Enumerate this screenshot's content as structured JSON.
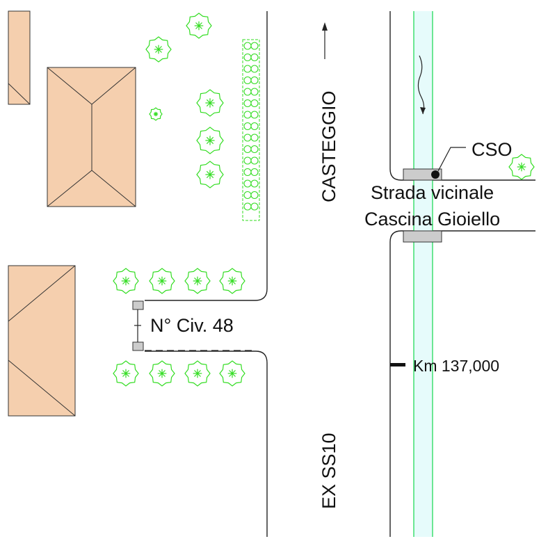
{
  "map": {
    "labels": {
      "casteggio": "CASTEGGIO",
      "ex_ss10": "EX SS10",
      "cso": "CSO",
      "strada_line1": "Strada vicinale",
      "strada_line2": "Cascina Gioiello",
      "civico": "N° Civ. 48",
      "km": "Km 137,000"
    },
    "direction_arrow": "north",
    "colors": {
      "building_fill": "#f5cfae",
      "tree_green": "#33dd22",
      "watercourse_fill": "#e6fbfb",
      "watercourse_edge": "#33dd66",
      "line": "#222222",
      "structure_gray": "#cccccc"
    }
  }
}
